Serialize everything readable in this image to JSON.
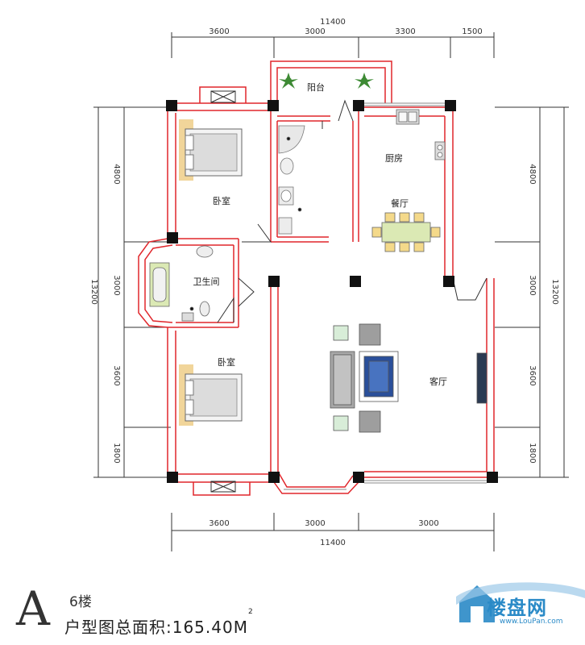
{
  "dimensions": {
    "top_total": "11400",
    "top_segments": [
      "3600",
      "3000",
      "3300",
      "1500"
    ],
    "bottom_segments": [
      "3600",
      "3000",
      "3000"
    ],
    "bottom_total": "11400",
    "left_segments": [
      "4800",
      "3000",
      "3600",
      "1800"
    ],
    "left_total": "13200",
    "right_segments": [
      "4800",
      "3000",
      "3600",
      "1800"
    ],
    "right_total": "13200"
  },
  "rooms": {
    "balcony": "阳台",
    "kitchen": "厨房",
    "dining": "餐厅",
    "bedroom_top": "卧室",
    "bathroom": "卫生间",
    "bedroom_bottom": "卧室",
    "living": "客厅"
  },
  "caption": {
    "type_letter": "A",
    "floor": "6楼",
    "area_label": "户型图总面积:165.40M",
    "area_superscript": "2"
  },
  "watermark": {
    "name": "楼盘网",
    "url": "www.LouPan.com"
  },
  "colors": {
    "wall": "#e0262b",
    "pillar": "#111111",
    "dim_line": "#333333",
    "logo": "#2a8ac7"
  }
}
